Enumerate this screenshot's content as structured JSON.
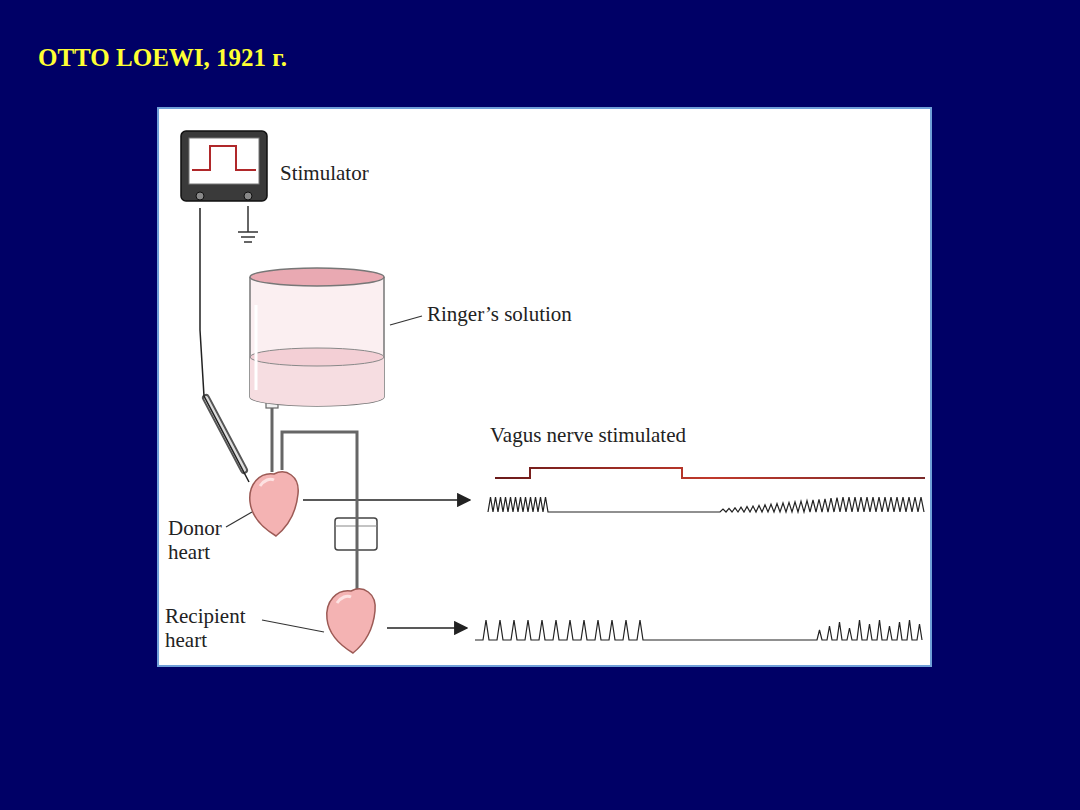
{
  "diagram": {
    "title": "OTTO LOEWI, 1921 г.",
    "nodes": [
      {
        "text": [
          "Stimulator"
        ]
      },
      {
        "text": [
          "Ringer’s solution"
        ]
      },
      {
        "text": [
          "Donor heart"
        ]
      },
      {
        "text": [
          "Recipient heart"
        ]
      }
    ],
    "edges": [
      {
        "from": 0,
        "to": 2,
        "arrow": "none"
      },
      {
        "from": 1,
        "to": 2,
        "arrow": "none"
      },
      {
        "from": 2,
        "to": 3,
        "arrow": "none"
      }
    ],
    "labels": [
      "Vagus nerve stimulated"
    ]
  }
}
